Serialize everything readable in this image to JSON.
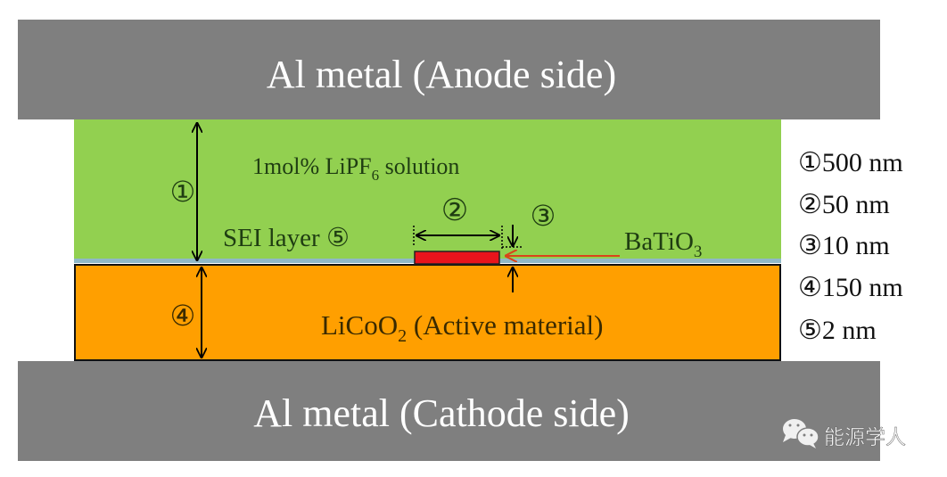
{
  "labels": {
    "anode": "Al metal (Anode side)",
    "cathode": "Al metal (Cathode side)",
    "solution_prefix": "1mol% LiPF",
    "solution_sub": "6",
    "solution_suffix": " solution",
    "sei": "SEI layer ⑤",
    "batio_prefix": "BaTiO",
    "batio_sub": "3",
    "licoo_prefix": "LiCoO",
    "licoo_sub": "2",
    "licoo_suffix": " (Active material)",
    "marker_1": "①",
    "marker_2": "②",
    "marker_3": "③",
    "marker_4": "④"
  },
  "legend": [
    "①500 nm",
    "②50 nm",
    "③10 nm",
    "④150 nm",
    "⑤2 nm"
  ],
  "watermark": "能源学人",
  "colors": {
    "metal": "#7f7f7f",
    "solution": "#92d050",
    "active": "#ff9f00",
    "batio": "#e8141c",
    "sei": "#8fb8c8",
    "arrow_red": "#d9441a"
  }
}
